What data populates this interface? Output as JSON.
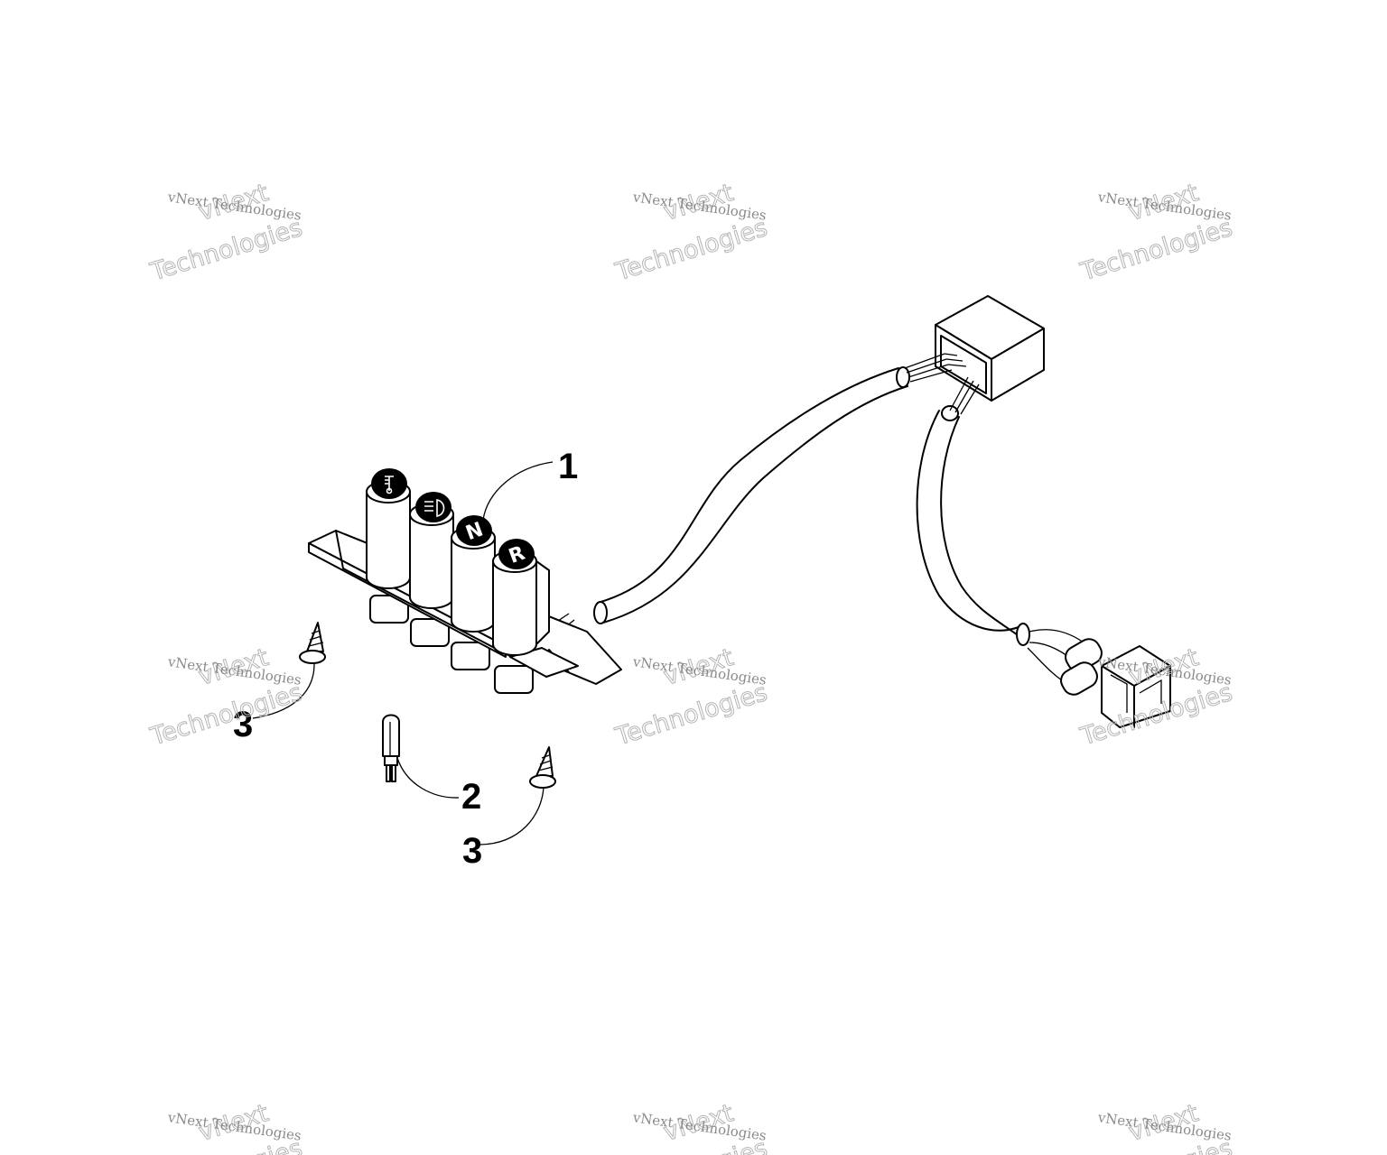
{
  "diagram": {
    "callouts": [
      {
        "id": "1",
        "label": "1"
      },
      {
        "id": "2",
        "label": "2"
      },
      {
        "id": "3a",
        "label": "3"
      },
      {
        "id": "3b",
        "label": "3"
      }
    ],
    "indicator_caps": [
      {
        "icon": "temperature-icon",
        "glyph": ""
      },
      {
        "icon": "headlight-icon",
        "glyph": ""
      },
      {
        "icon": "neutral-icon",
        "glyph": "N"
      },
      {
        "icon": "reverse-icon",
        "glyph": "R"
      }
    ]
  },
  "watermark": {
    "line1": "vNext Technologies",
    "line2a": "vNext",
    "line2b": "Technologies"
  }
}
